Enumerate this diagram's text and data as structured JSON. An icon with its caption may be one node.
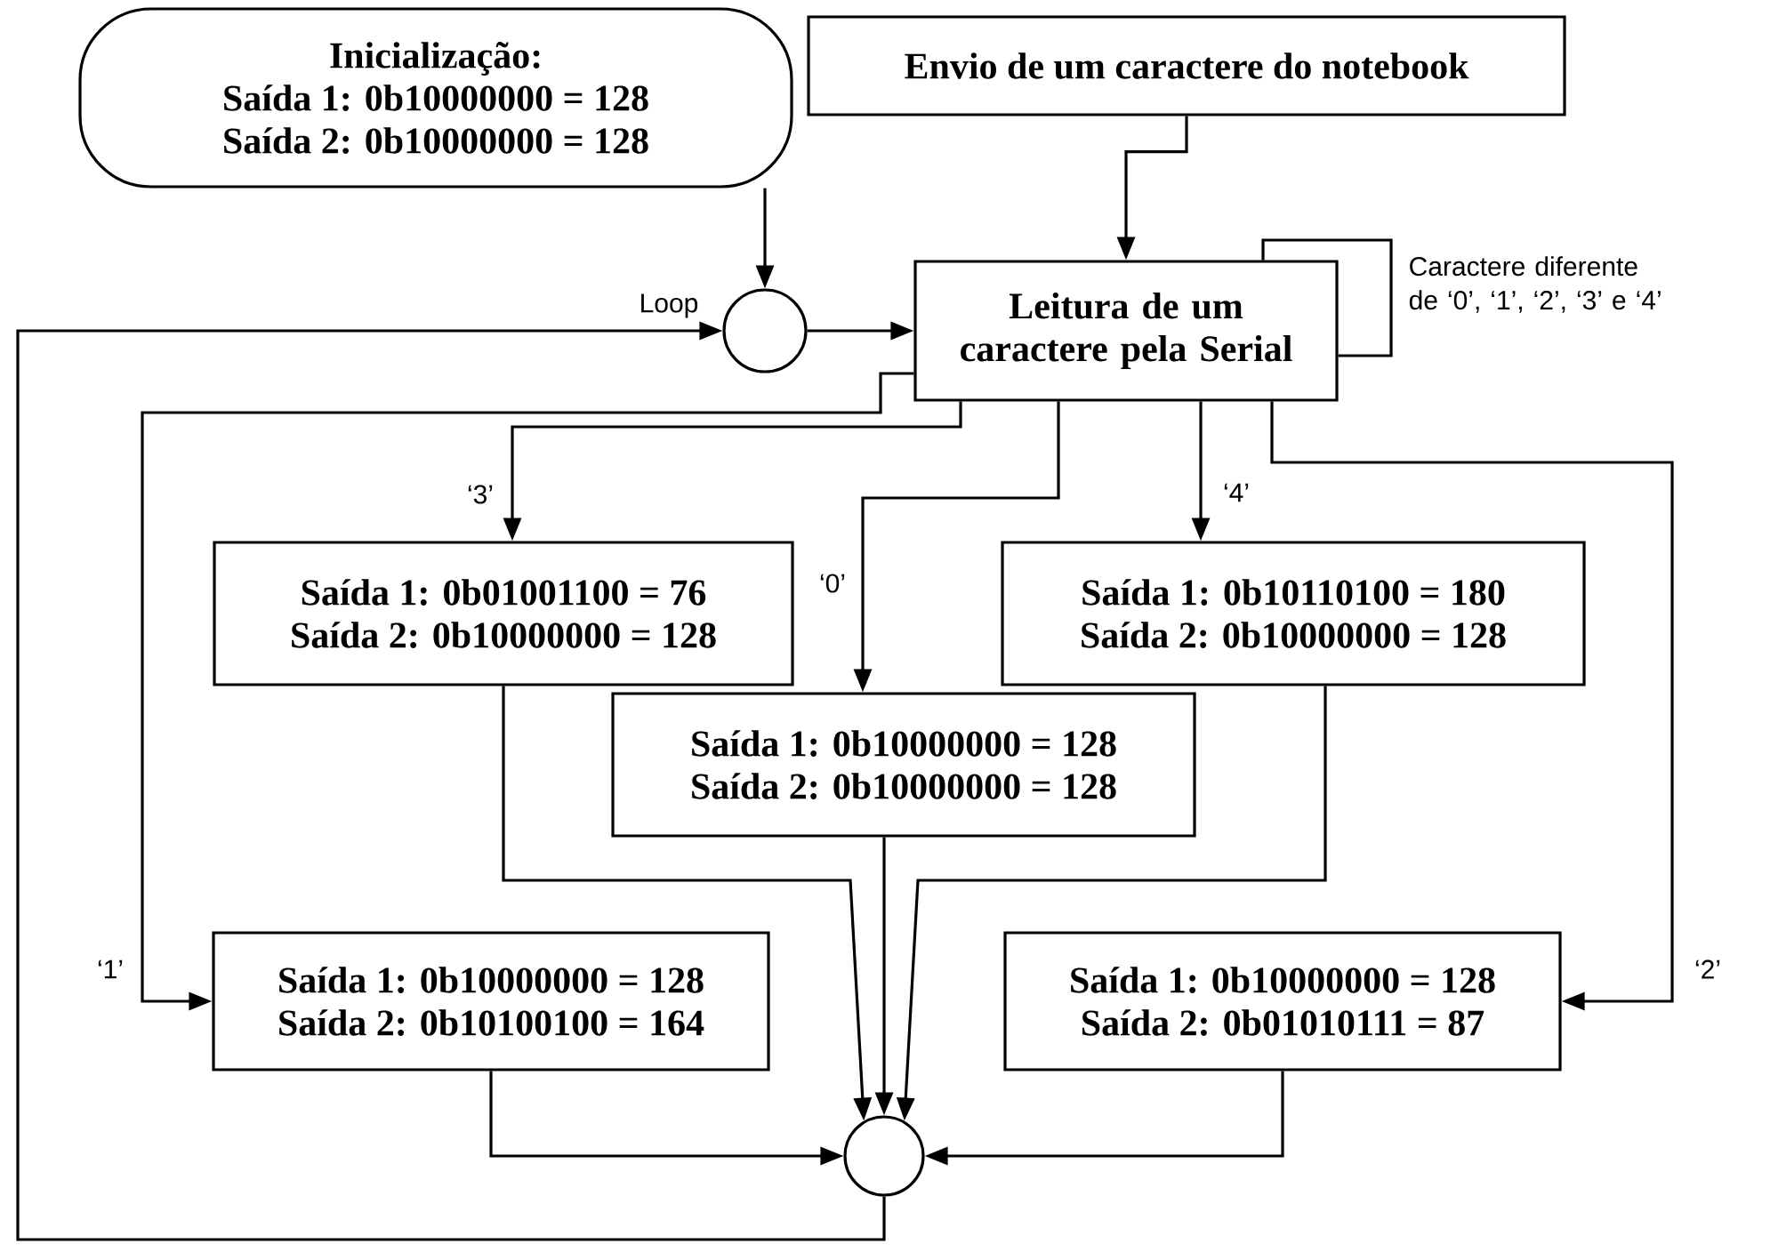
{
  "diagram": {
    "nodes": [
      {
        "text": [
          "Inicialização:",
          "Saída 1: 0b10000000 = 128",
          "Saída 2: 0b10000000 = 128"
        ]
      },
      {
        "text": [
          "Envio de um caractere do notebook"
        ]
      },
      {
        "text": [],
        "shape": "circle"
      },
      {
        "text": [
          "Leitura de um caractere pela Serial"
        ]
      },
      {
        "text": [
          "Saída 1: 0b01001100 = 76",
          "Saída 2: 0b10000000 = 128"
        ]
      },
      {
        "text": [
          "Saída 1: 0b10110100 = 180",
          "Saída 2: 0b10000000 = 128"
        ]
      },
      {
        "text": [
          "Saída 1: 0b10000000 = 128",
          "Saída 2: 0b10000000 = 128"
        ]
      },
      {
        "text": [
          "Saída 1: 0b10000000 = 128",
          "Saída 2: 0b10100100 = 164"
        ]
      },
      {
        "text": [
          "Saída 1: 0b10000000 = 128",
          "Saída 2: 0b01010111 = 87"
        ]
      },
      {
        "text": [],
        "shape": "circle"
      }
    ],
    "edges": [
      {
        "from": 0,
        "to": 2,
        "arrow": "to"
      },
      {
        "from": 1,
        "to": 3,
        "arrow": "to"
      },
      {
        "from": 2,
        "to": 3,
        "arrow": "to"
      },
      {
        "from": 3,
        "to": 3,
        "arrow": "none",
        "label": "Caractere diferente de ‘0’, ‘1’, ‘2’, ‘3’ e ‘4’"
      },
      {
        "from": 3,
        "to": 4,
        "arrow": "to",
        "label": "‘3’"
      },
      {
        "from": 3,
        "to": 6,
        "arrow": "to",
        "label": "‘0’"
      },
      {
        "from": 3,
        "to": 5,
        "arrow": "to",
        "label": "‘4’"
      },
      {
        "from": 3,
        "to": 7,
        "arrow": "to",
        "label": "‘1’"
      },
      {
        "from": 3,
        "to": 8,
        "arrow": "to",
        "label": "‘2’"
      },
      {
        "from": 4,
        "to": 9,
        "arrow": "to"
      },
      {
        "from": 6,
        "to": 9,
        "arrow": "to"
      },
      {
        "from": 5,
        "to": 9,
        "arrow": "to"
      },
      {
        "from": 7,
        "to": 9,
        "arrow": "to"
      },
      {
        "from": 8,
        "to": 9,
        "arrow": "to"
      },
      {
        "from": 9,
        "to": 2,
        "arrow": "to",
        "label": "Loop"
      }
    ]
  }
}
